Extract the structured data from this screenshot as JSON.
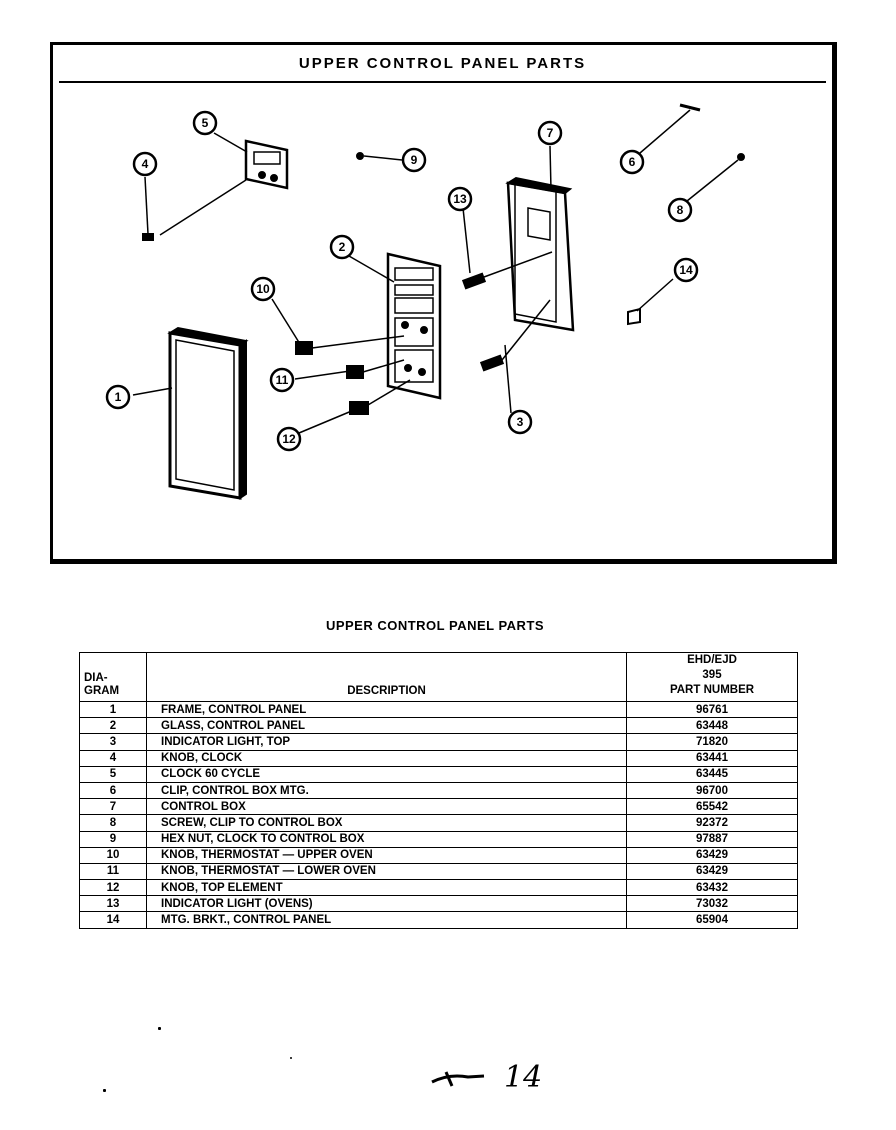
{
  "diagram": {
    "title": "UPPER CONTROL PANEL PARTS",
    "callouts": [
      "1",
      "2",
      "3",
      "4",
      "5",
      "6",
      "7",
      "8",
      "9",
      "10",
      "11",
      "12",
      "13",
      "14"
    ]
  },
  "table": {
    "title": "UPPER CONTROL PANEL PARTS",
    "headers": {
      "diagram_line1": "DIA-",
      "diagram_line2": "GRAM",
      "description": "DESCRIPTION",
      "part_line1": "EHD/EJD",
      "part_line2": "395",
      "part_line3": "PART NUMBER"
    },
    "rows": [
      {
        "diagram": "1",
        "description": "FRAME, CONTROL PANEL",
        "part_number": "96761"
      },
      {
        "diagram": "2",
        "description": "GLASS, CONTROL PANEL",
        "part_number": "63448"
      },
      {
        "diagram": "3",
        "description": "INDICATOR LIGHT, TOP",
        "part_number": "71820"
      },
      {
        "diagram": "4",
        "description": "KNOB, CLOCK",
        "part_number": "63441"
      },
      {
        "diagram": "5",
        "description": "CLOCK 60 CYCLE",
        "part_number": "63445"
      },
      {
        "diagram": "6",
        "description": "CLIP, CONTROL BOX MTG.",
        "part_number": "96700"
      },
      {
        "diagram": "7",
        "description": "CONTROL BOX",
        "part_number": "65542"
      },
      {
        "diagram": "8",
        "description": "SCREW, CLIP TO CONTROL BOX",
        "part_number": "92372"
      },
      {
        "diagram": "9",
        "description": "HEX NUT, CLOCK TO CONTROL BOX",
        "part_number": "97887"
      },
      {
        "diagram": "10",
        "description": "KNOB, THERMOSTAT — UPPER OVEN",
        "part_number": "63429"
      },
      {
        "diagram": "11",
        "description": "KNOB, THERMOSTAT — LOWER OVEN",
        "part_number": "63429"
      },
      {
        "diagram": "12",
        "description": "KNOB, TOP ELEMENT",
        "part_number": "63432"
      },
      {
        "diagram": "13",
        "description": "INDICATOR LIGHT (OVENS)",
        "part_number": "73032"
      },
      {
        "diagram": "14",
        "description": "MTG. BRKT., CONTROL PANEL",
        "part_number": "65904"
      }
    ]
  },
  "page_mark": "14"
}
